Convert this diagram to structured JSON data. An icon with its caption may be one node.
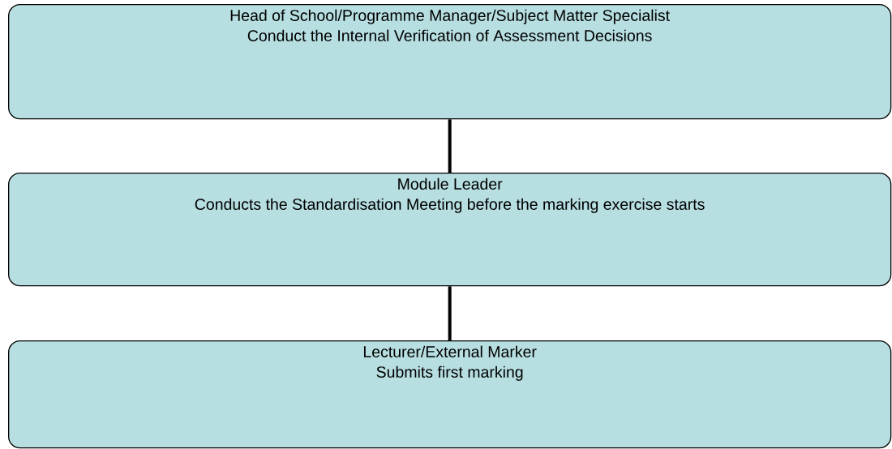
{
  "diagram": {
    "nodes": [
      {
        "text": [
          "Head of School/Programme Manager/Subject Matter Specialist",
          "Conduct the Internal Verification of Assessment Decisions"
        ]
      },
      {
        "text": [
          "Module Leader",
          "Conducts the Standardisation Meeting before the marking exercise starts"
        ]
      },
      {
        "text": [
          "Lecturer/External Marker",
          "Submits first marking"
        ]
      }
    ],
    "edges": [
      {
        "from": 0,
        "to": 1,
        "arrow": "none"
      },
      {
        "from": 1,
        "to": 2,
        "arrow": "none"
      }
    ]
  }
}
